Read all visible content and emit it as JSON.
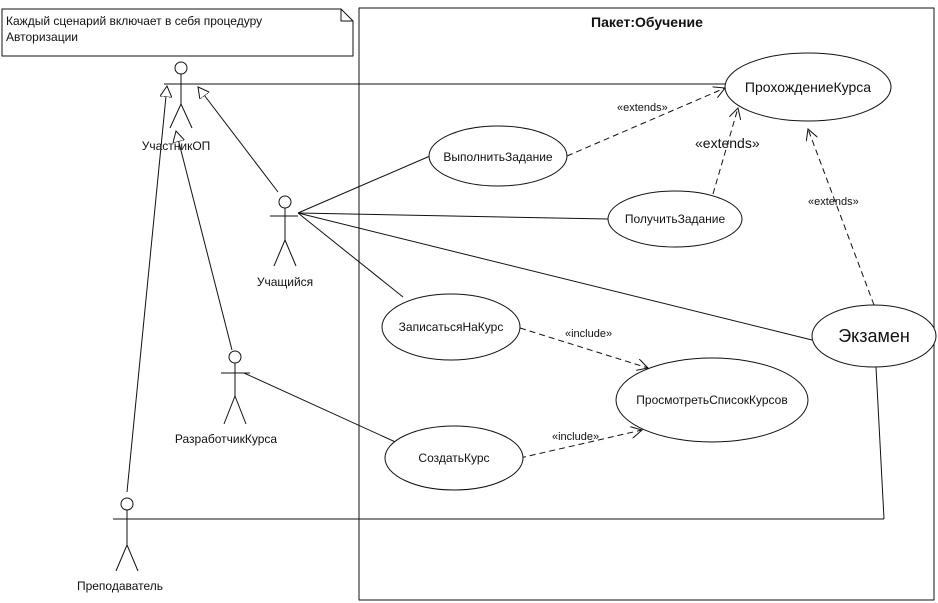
{
  "note": {
    "line1": "Каждый сценарий включает в себя процедуру",
    "line2": "Авторизации"
  },
  "package": {
    "title": "Пакет:Обучение"
  },
  "actors": {
    "participant": "УчастникОП",
    "student": "Учащийся",
    "developer": "РазработчикКурса",
    "teacher": "Преподаватель"
  },
  "use_cases": {
    "course": "ПрохождениеКурса",
    "do_task": "ВыполнитьЗадание",
    "get_task": "ПолучитьЗадание",
    "enroll": "ЗаписатьсяНаКурс",
    "exam": "Экзамен",
    "view_list": "ПросмотретьСписокКурсов",
    "create": "СоздатьКурс"
  },
  "stereotypes": {
    "extends_1": "«extends»",
    "extends_2": "«extends»",
    "extends_3": "«extends»",
    "include_1": "«include»",
    "include_2": "«include»"
  },
  "colors": {
    "line": "#111111",
    "background": "#ffffff"
  }
}
